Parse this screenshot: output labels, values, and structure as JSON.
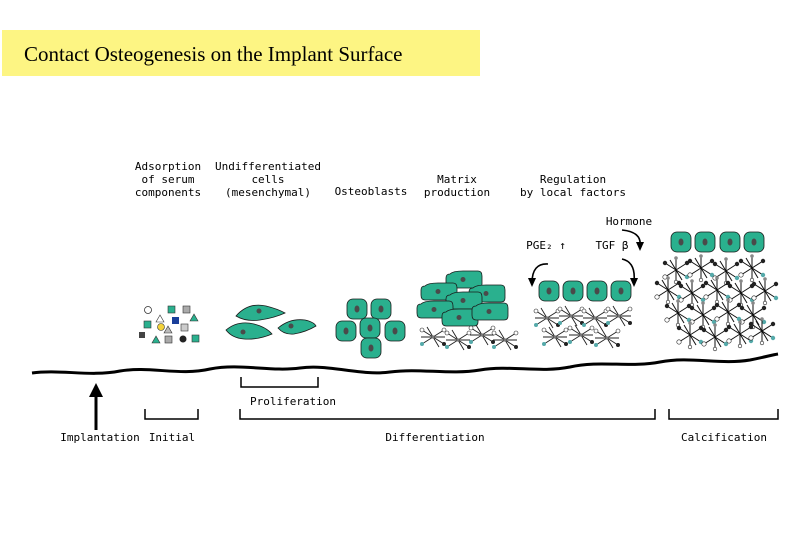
{
  "title": "Contact Osteogenesis on the Implant Surface",
  "stages": {
    "adsorption": "Adsorption\nof serum\ncomponents",
    "undifferentiated": "Undifferentiated\ncells\n(mesenchymal)",
    "osteoblasts": "Osteoblasts",
    "matrix": "Matrix\nproduction",
    "regulation": "Regulation\nby local factors"
  },
  "factors": {
    "hormone": "Hormone",
    "pge2": "PGE₂ ↑",
    "tgf": "TGF β"
  },
  "phases": {
    "implantation": "Implantation",
    "initial": "Initial",
    "proliferation": "Proliferation",
    "differentiation": "Differentiation",
    "calcification": "Calcification"
  },
  "colors": {
    "title_bg": "#fdf583",
    "cell_fill": "#2ab08e",
    "cell_nucleus": "#4a4a4a"
  }
}
